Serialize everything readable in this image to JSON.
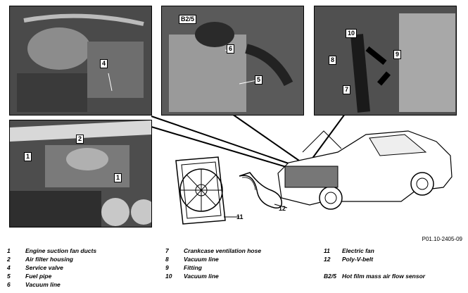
{
  "figure_ref": "P01.10-2405-09",
  "callouts": {
    "top_left": [
      "4"
    ],
    "top_mid": [
      "B2/5",
      "6",
      "5"
    ],
    "top_right": [
      "10",
      "8",
      "9",
      "7"
    ],
    "mid_left": [
      "2",
      "1",
      "1"
    ],
    "fan": "11",
    "belt": "12"
  },
  "legend": [
    {
      "num": "1",
      "text": "Engine suction fan ducts"
    },
    {
      "num": "2",
      "text": "Air filter housing"
    },
    {
      "num": "4",
      "text": "Service valve"
    },
    {
      "num": "5",
      "text": "Fuel pipe"
    },
    {
      "num": "6",
      "text": "Vacuum line"
    },
    {
      "num": "7",
      "text": "Crankcase ventilation hose"
    },
    {
      "num": "8",
      "text": "Vacuum line"
    },
    {
      "num": "9",
      "text": "Fitting"
    },
    {
      "num": "10",
      "text": "Vacuum line"
    },
    {
      "num": "11",
      "text": "Electric fan"
    },
    {
      "num": "12",
      "text": "Poly-V-belt"
    },
    {
      "num": "B2/5",
      "text": "Hot film mass air flow sensor"
    }
  ]
}
